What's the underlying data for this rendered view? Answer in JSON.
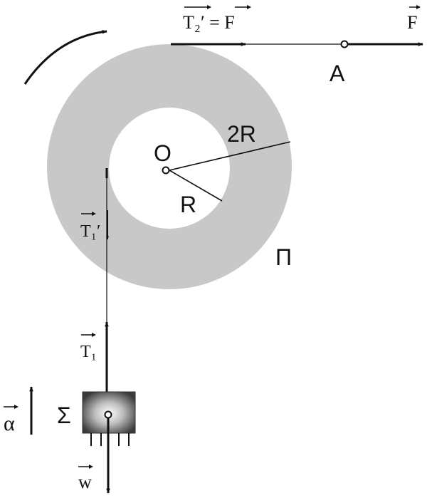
{
  "labels": {
    "tension_top": "T₂′ = F",
    "force": "F",
    "point_a": "A",
    "center": "O",
    "outer_radius": "2R",
    "inner_radius": "R",
    "pulley": "Π",
    "tension_rope_at_pulley": "T₁′",
    "tension_on_body": "T₁",
    "acceleration": "α",
    "body": "Σ",
    "weight": "w"
  },
  "icons": {
    "vector_arrow": "vector-arrow-icon",
    "rotation_arrow": "curved-arrow-icon"
  },
  "colors": {
    "ink": "#111111",
    "disk": "#c8c8c8",
    "background": "#ffffff"
  }
}
